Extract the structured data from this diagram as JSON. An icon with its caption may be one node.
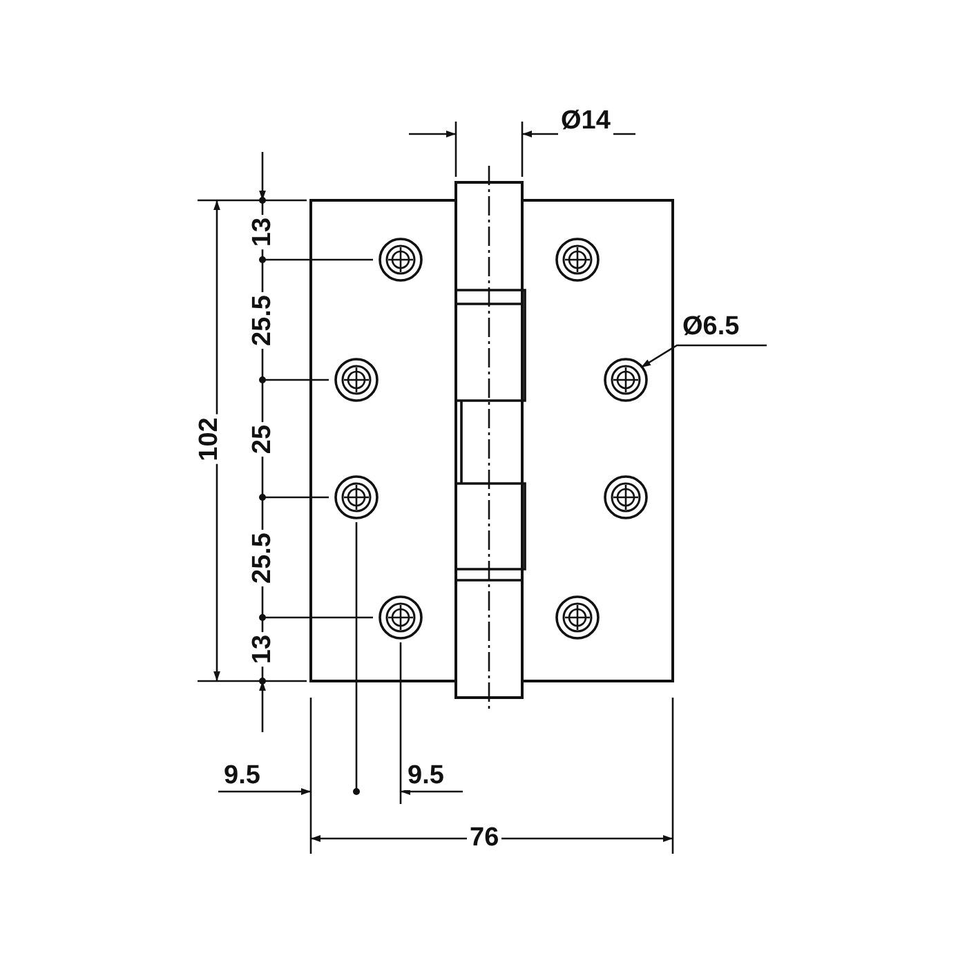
{
  "diagram": {
    "labels": [
      "Ø14",
      "Ø6.5",
      "13",
      "25.5",
      "25",
      "25.5",
      "13",
      "102",
      "9.5",
      "9.5",
      "76"
    ]
  }
}
